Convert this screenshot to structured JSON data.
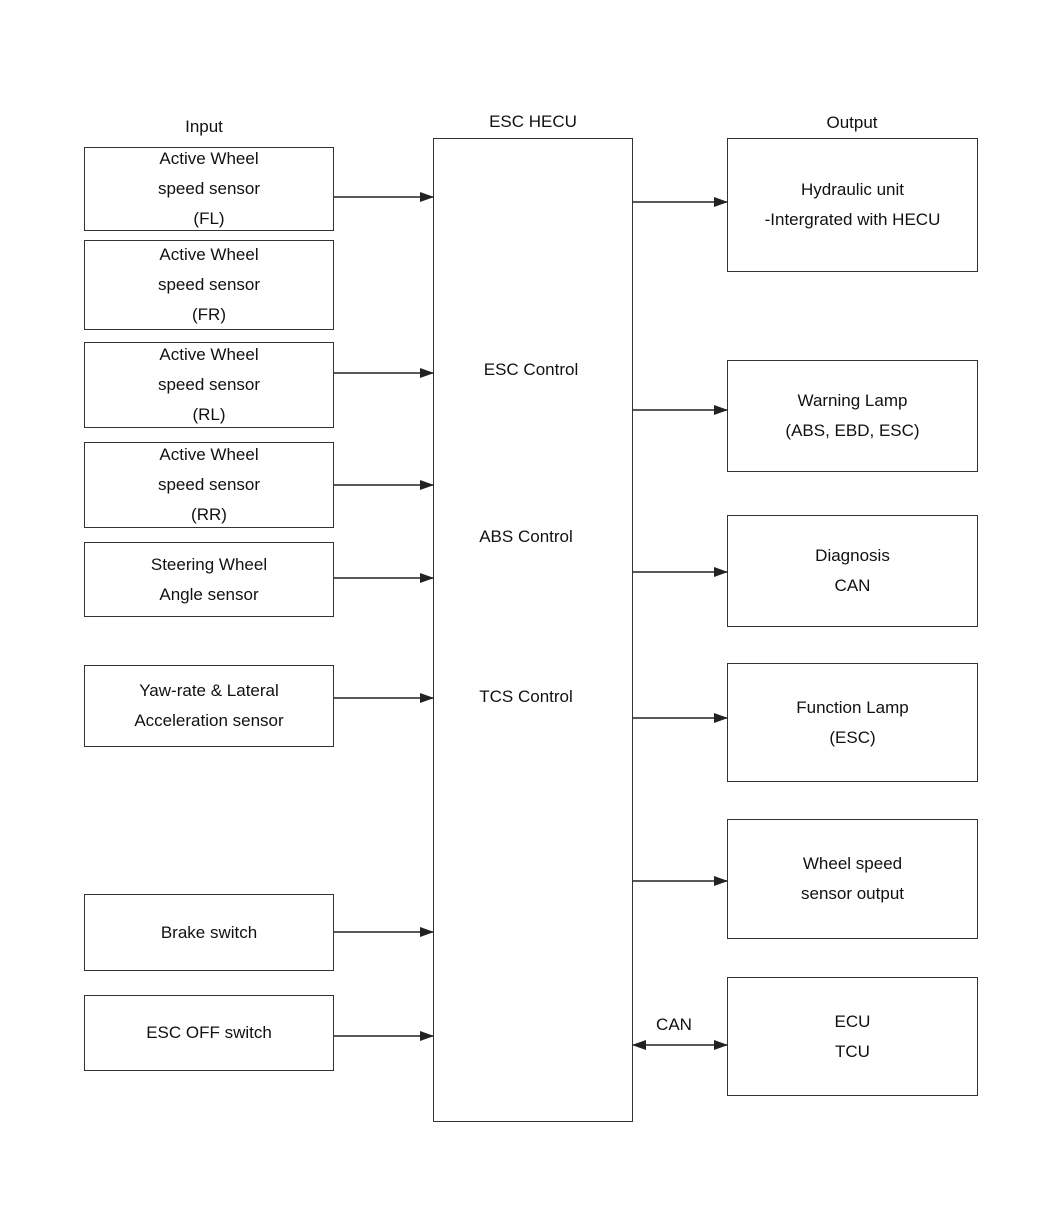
{
  "headers": {
    "input": "Input",
    "center": "ESC HECU",
    "output": "Output"
  },
  "inputs": [
    {
      "lines": [
        "Active Wheel",
        "speed sensor",
        "(FL)"
      ]
    },
    {
      "lines": [
        "Active Wheel",
        "speed sensor",
        "(FR)"
      ]
    },
    {
      "lines": [
        "Active Wheel",
        "speed sensor",
        "(RL)"
      ]
    },
    {
      "lines": [
        "Active Wheel",
        "speed sensor",
        "(RR)"
      ]
    },
    {
      "lines": [
        "Steering Wheel",
        "Angle sensor"
      ]
    },
    {
      "lines": [
        "Yaw-rate & Lateral",
        "Acceleration sensor"
      ]
    },
    {
      "lines": [
        "Brake switch"
      ]
    },
    {
      "lines": [
        "ESC OFF switch"
      ]
    }
  ],
  "controls": [
    "ESC Control",
    "ABS Control",
    "TCS Control"
  ],
  "outputs": [
    {
      "lines": [
        "Hydraulic unit",
        "-Intergrated with HECU"
      ]
    },
    {
      "lines": [
        "Warning Lamp",
        "(ABS, EBD, ESC)"
      ]
    },
    {
      "lines": [
        "Diagnosis",
        "CAN"
      ]
    },
    {
      "lines": [
        "Function Lamp",
        "(ESC)"
      ]
    },
    {
      "lines": [
        "Wheel speed",
        "sensor output"
      ]
    },
    {
      "lines": [
        "ECU",
        "TCU"
      ]
    }
  ],
  "can_label": "CAN"
}
